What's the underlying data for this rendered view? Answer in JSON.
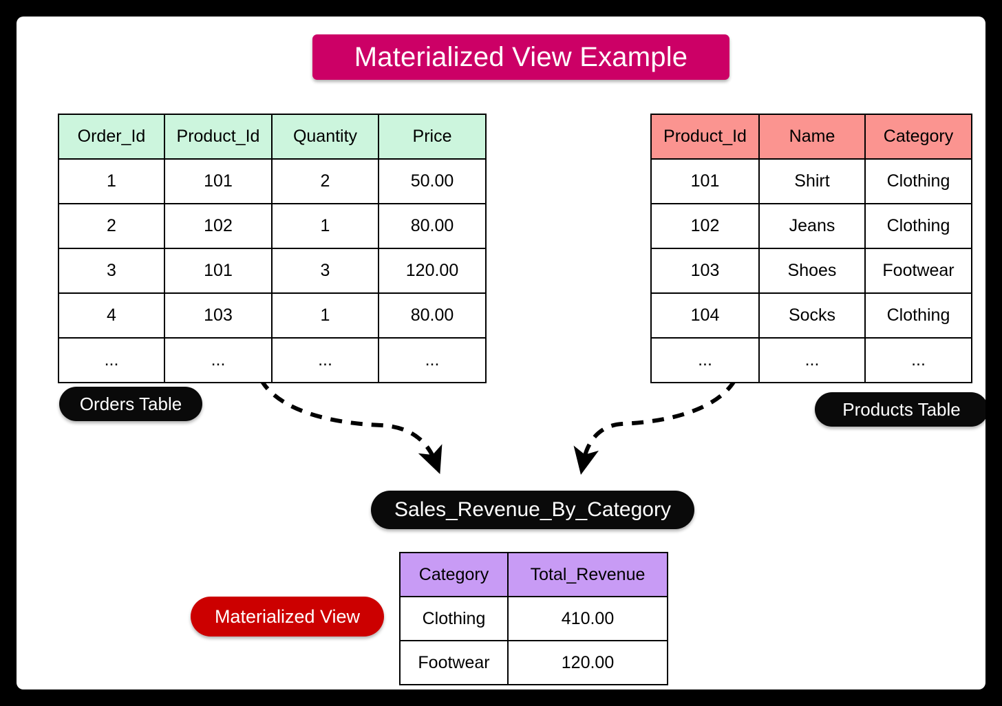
{
  "title": {
    "text": "Materialized View Example"
  },
  "colors": {
    "frame": "#000000",
    "canvas": "#ffffff",
    "title_banner": "#CC0066",
    "orders_header": "#CCF5DD",
    "products_header": "#FB9490",
    "view_header": "#C89BF5",
    "pill_dark": "#0a0a0a",
    "pill_red": "#CC0000",
    "arrow": "#000000"
  },
  "orders_table": {
    "label": "Orders Table",
    "columns": [
      "Order_Id",
      "Product_Id",
      "Quantity",
      "Price"
    ],
    "rows": [
      [
        "1",
        "101",
        "2",
        "50.00"
      ],
      [
        "2",
        "102",
        "1",
        "80.00"
      ],
      [
        "3",
        "101",
        "3",
        "120.00"
      ],
      [
        "4",
        "103",
        "1",
        "80.00"
      ],
      [
        "...",
        "...",
        "...",
        "..."
      ]
    ]
  },
  "products_table": {
    "label": "Products Table",
    "columns": [
      "Product_Id",
      "Name",
      "Category"
    ],
    "rows": [
      [
        "101",
        "Shirt",
        "Clothing"
      ],
      [
        "102",
        "Jeans",
        "Clothing"
      ],
      [
        "103",
        "Shoes",
        "Footwear"
      ],
      [
        "104",
        "Socks",
        "Clothing"
      ],
      [
        "...",
        "...",
        "..."
      ]
    ]
  },
  "view_node": {
    "label": "Sales_Revenue_By_Category"
  },
  "materialized_view": {
    "label": "Materialized View",
    "columns": [
      "Category",
      "Total_Revenue"
    ],
    "rows": [
      [
        "Clothing",
        "410.00"
      ],
      [
        "Footwear",
        "120.00"
      ]
    ]
  },
  "arrows": [
    {
      "name": "orders-to-view-arrow",
      "from": "orders_table",
      "to": "view_node",
      "style": "dashed"
    },
    {
      "name": "products-to-view-arrow",
      "from": "products_table",
      "to": "view_node",
      "style": "dashed"
    }
  ]
}
